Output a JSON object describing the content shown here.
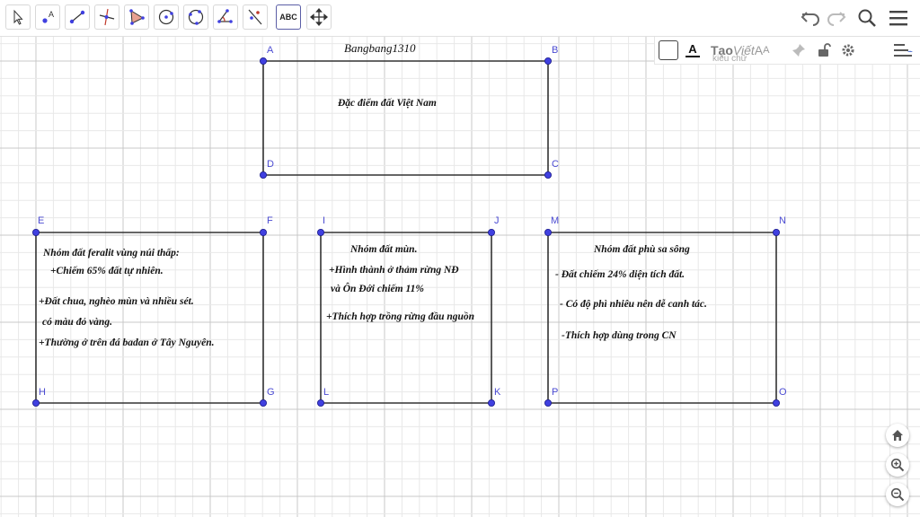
{
  "toolbar": {
    "tools": [
      "move-tool",
      "point-tool",
      "segment-tool",
      "perpendicular-line-tool",
      "polygon-tool",
      "circle-tool",
      "conic-tool",
      "angle-tool",
      "reflect-tool",
      "text-tool",
      "move-graphics-tool"
    ],
    "text_tool_label": "ABC"
  },
  "stylebar": {
    "text_color_glyph": "A",
    "font_preview_1": "Tạo",
    "font_preview_2": "Viết",
    "font_preview_3": "A",
    "font_preview_4": "A",
    "font_preview_sub": "kiểu chữ"
  },
  "canvas_title": "Bangbang1310",
  "points": {
    "A": "A",
    "B": "B",
    "C": "C",
    "D": "D",
    "E": "E",
    "F": "F",
    "G": "G",
    "H": "H",
    "I": "I",
    "J": "J",
    "K": "K",
    "L": "L",
    "M": "M",
    "N": "N",
    "O": "O",
    "P": "P"
  },
  "texts": {
    "main_title": "Đặc điểm đất Việt Nam",
    "feralit_1": "Nhóm đất feralit vùng núi thấp:",
    "feralit_2": "+Chiếm 65% đất tự nhiên.",
    "feralit_3": "+Đất chua, nghèo mùn và nhiều sét.",
    "feralit_4": "có màu đỏ vàng.",
    "feralit_5": "+Thường ở trên đá badan ở Tây Nguyên.",
    "mun_1": "Nhóm đất mùn.",
    "mun_2": "+Hình thành ở thảm rừng NĐ",
    "mun_3": "và Ôn Đới chiếm 11%",
    "mun_4": "+Thích hợp trồng rừng đầu nguồn",
    "phusa_1": "Nhóm đất phù sa sông",
    "phusa_2": "- Đất chiếm 24% diện tích đất.",
    "phusa_3": "- Có độ phì nhiêu nên dễ canh tác.",
    "phusa_4": "-Thích hợp dùng trong CN"
  },
  "colors": {
    "point": "#4040e0",
    "segment": "#333333",
    "grid_minor": "#e8e8e8",
    "grid_major": "#c8c8c8",
    "accent": "#5b5ea6"
  }
}
